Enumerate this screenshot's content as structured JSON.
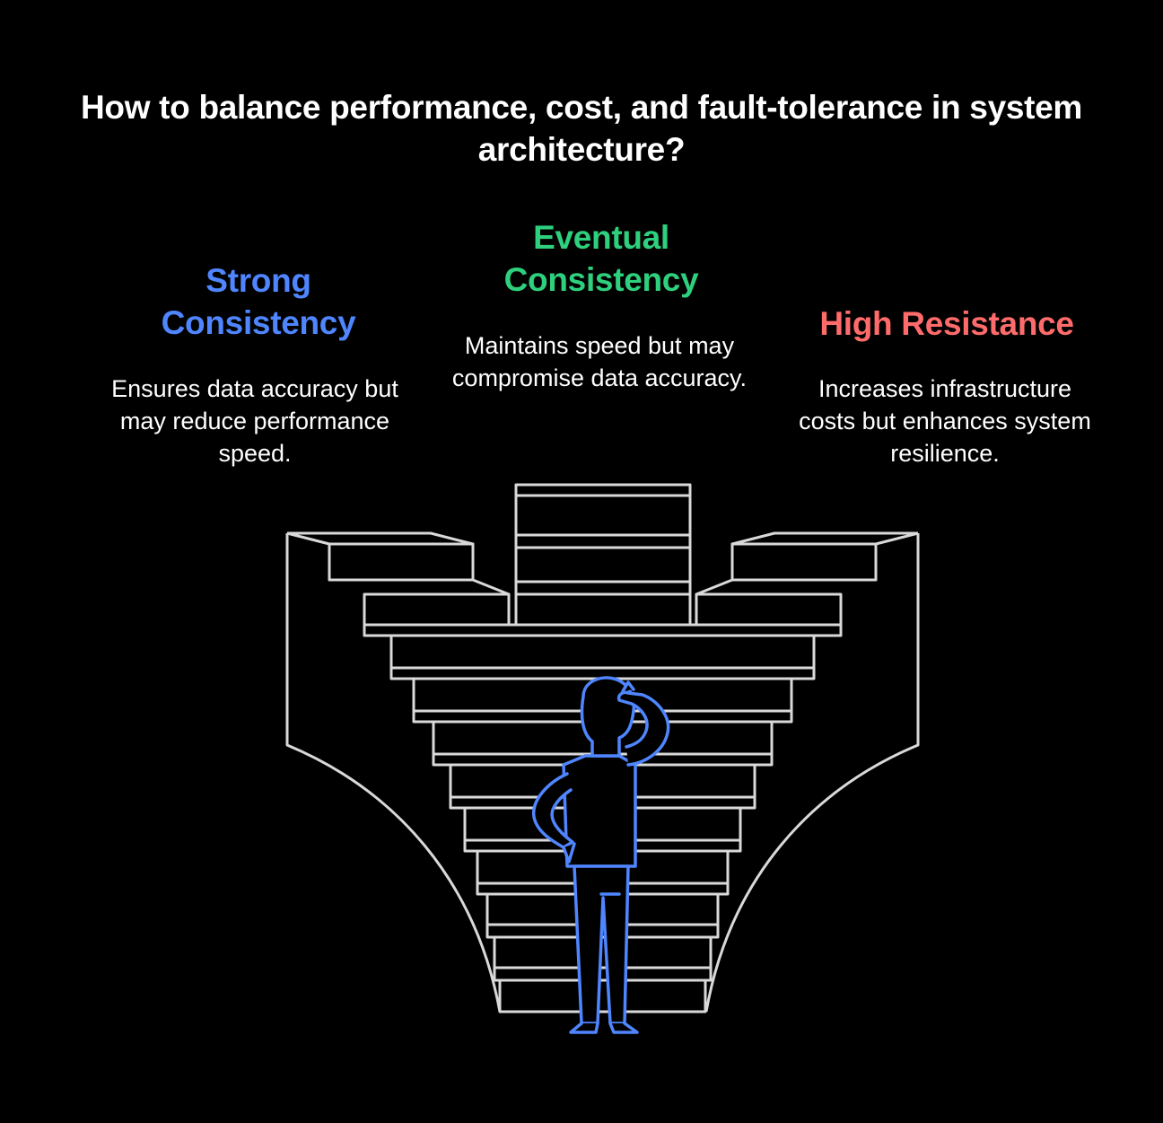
{
  "title": "How to balance performance, cost, and fault-tolerance in system architecture?",
  "options": [
    {
      "key": "strong",
      "heading": "Strong Consistency",
      "description": "Ensures data accuracy but may reduce performance speed.",
      "color": "#4f86ff"
    },
    {
      "key": "eventual",
      "heading": "Eventual Consistency",
      "description": "Maintains speed but may compromise data accuracy.",
      "color": "#2ed07d"
    },
    {
      "key": "high",
      "heading": "High Resistance",
      "description": "Increases infrastructure costs but enhances system resilience.",
      "color": "#ff6b6b"
    }
  ],
  "illustration": {
    "icon": "person-at-crossroads-staircase-icon",
    "line_color": "#d9d9d9",
    "figure_color": "#4f86ff"
  }
}
